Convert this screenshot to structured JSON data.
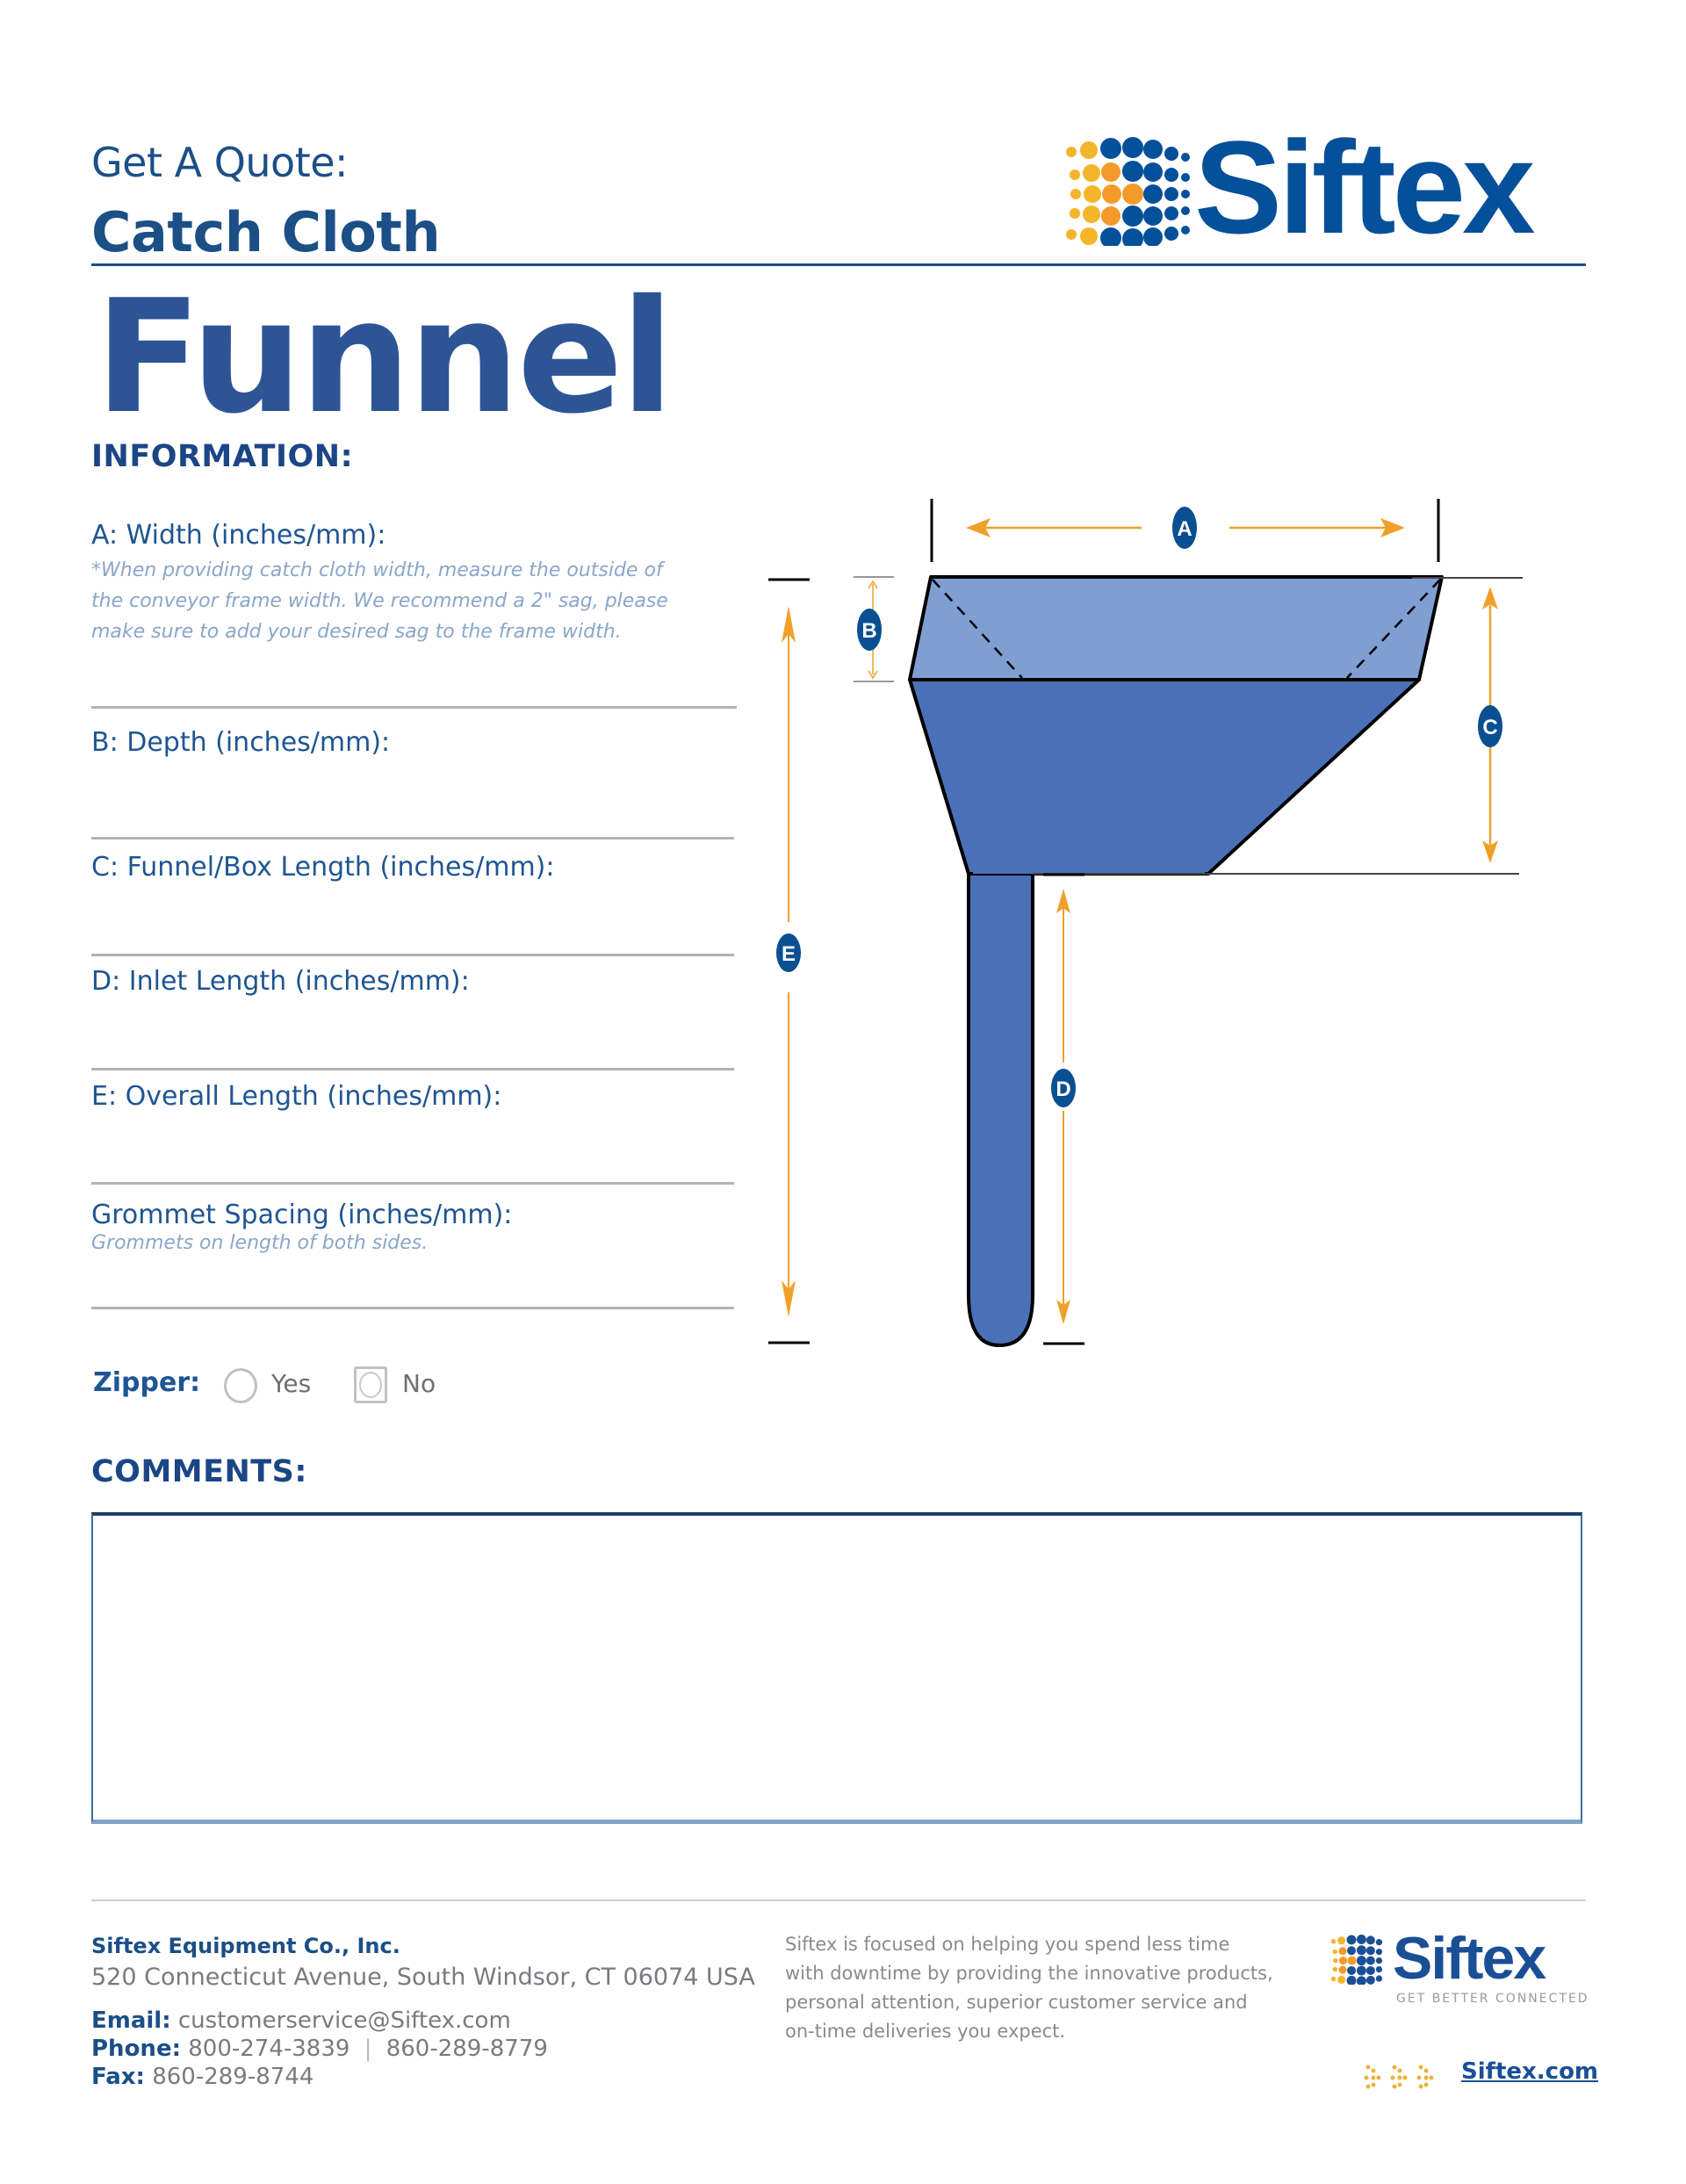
{
  "header": {
    "subtitle": "Get A Quote:",
    "product": "Catch Cloth",
    "title": "Funnel",
    "brand": "Siftex"
  },
  "information": {
    "heading": "INFORMATION:",
    "fields": [
      {
        "key": "A",
        "label": "A: Width (inches/mm):",
        "note": "*When providing catch cloth width, measure the outside of the conveyor frame width. We recommend a 2\" sag, please make sure to add your desired sag to the frame width.",
        "value": ""
      },
      {
        "key": "B",
        "label": "B: Depth (inches/mm):",
        "value": ""
      },
      {
        "key": "C",
        "label": "C: Funnel/Box Length (inches/mm):",
        "value": ""
      },
      {
        "key": "D",
        "label": "D: Inlet Length (inches/mm):",
        "value": ""
      },
      {
        "key": "E",
        "label": "E: Overall Length (inches/mm):",
        "value": ""
      },
      {
        "key": "G",
        "label": "Grommet Spacing (inches/mm):",
        "note": "Grommets on length of both sides.",
        "value": ""
      }
    ],
    "note_lines": [
      "*When providing catch cloth width, measure the outside of",
      "the conveyor frame width. We recommend a 2\" sag, please",
      "make sure to add your desired sag to the frame width."
    ]
  },
  "zipper": {
    "label": "Zipper:",
    "options": [
      {
        "label": "Yes",
        "type": "radio",
        "checked": false
      },
      {
        "label": "No",
        "type": "checkbox",
        "checked": false
      }
    ]
  },
  "comments": {
    "heading": "COMMENTS:",
    "value": ""
  },
  "diagram": {
    "labels": [
      "A",
      "B",
      "C",
      "D",
      "E"
    ],
    "colors": {
      "top_face": "#7f9fd3",
      "funnel_body": "#4a71b8",
      "arrow": "#f0a02a",
      "badge": "#0a4f91",
      "outline": "#000000"
    }
  },
  "footer": {
    "company": "Siftex Equipment Co., Inc.",
    "address": "520 Connecticut Avenue, South Windsor, CT 06074 USA",
    "email_label": "Email:",
    "email": "customerservice@Siftex.com",
    "phone_label": "Phone:",
    "phone1": "800-274-3839",
    "phone_sep": "|",
    "phone2": "860-289-8779",
    "fax_label": "Fax:",
    "fax": "860-289-8744",
    "blurb_lines": [
      "Siftex is focused on helping you spend less time",
      "with downtime by providing the innovative products,",
      "personal attention, superior customer service and",
      "on-time deliveries you expect."
    ],
    "brand": "Siftex",
    "tagline": "GET BETTER CONNECTED",
    "website": "Siftex.com"
  },
  "brand_colors": {
    "primary": "#05509a",
    "orange": "#f39a2b",
    "yellow": "#f5b52a"
  }
}
